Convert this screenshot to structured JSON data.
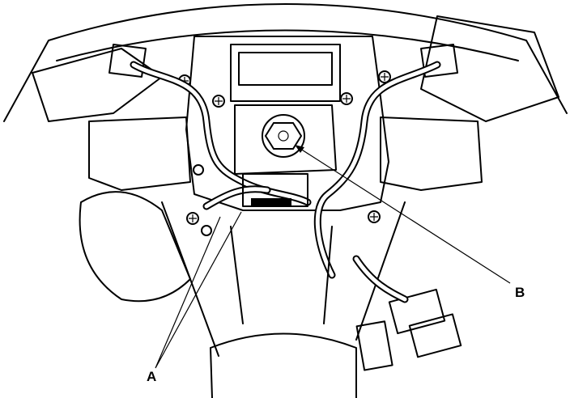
{
  "diagram": {
    "subject": "steering-wheel-rear-view",
    "callouts": [
      {
        "id": "A",
        "label": "A"
      },
      {
        "id": "B",
        "label": "B"
      }
    ]
  }
}
